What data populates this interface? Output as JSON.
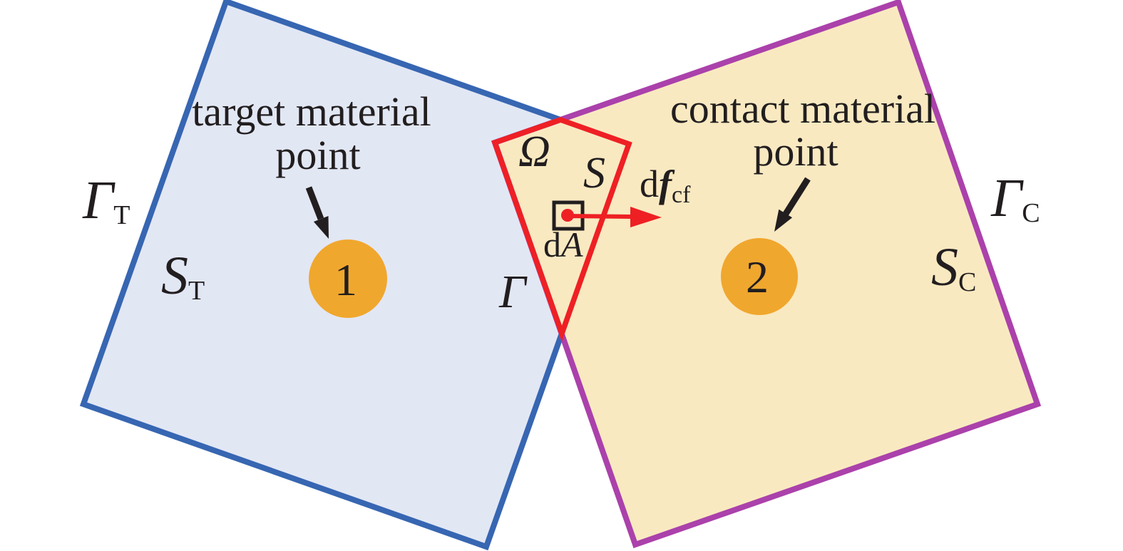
{
  "colors": {
    "target_fill": "#e2e7f4",
    "target_stroke": "#3766b2",
    "contact_fill": "#f9e9c1",
    "contact_stroke": "#ab41ab",
    "overlap_stroke": "#ee2024",
    "force_red": "#ee2024",
    "material_point_fill": "#f0a72e",
    "ink": "#221e1f"
  },
  "target_body": {
    "caption_line1": "target material",
    "caption_line2": "point",
    "point_number": "1",
    "boundary_symbol": "Γ",
    "boundary_subscript": "T",
    "surface_symbol": "S",
    "surface_subscript": "T"
  },
  "contact_body": {
    "caption_line1": "contact material",
    "caption_line2": "point",
    "point_number": "2",
    "boundary_symbol": "Γ",
    "boundary_subscript": "C",
    "surface_symbol": "S",
    "surface_subscript": "C"
  },
  "overlap_region": {
    "domain_symbol": "Ω",
    "surface_symbol": "S",
    "boundary_symbol": "Γ",
    "area_d": "d",
    "area_symbol": "A",
    "force_d": "d",
    "force_symbol": "f",
    "force_subscript": "cf"
  }
}
